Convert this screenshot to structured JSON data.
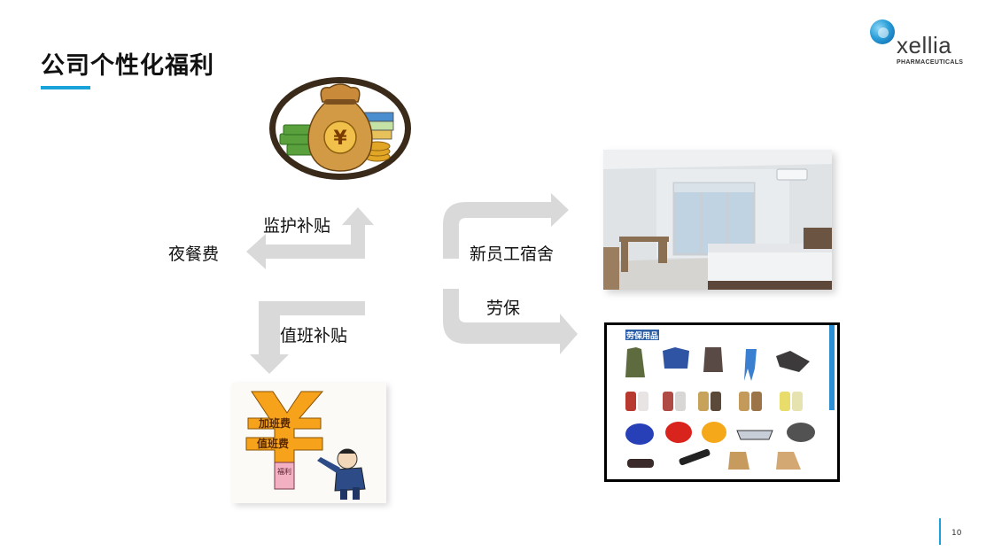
{
  "slide": {
    "title": "公司个性化福利",
    "page_number": "10"
  },
  "logo": {
    "wordmark": "xellia",
    "tagline": "PHARMACEUTICALS",
    "colors": {
      "blue": "#1aa3d9",
      "dark_blue": "#0b5ea8",
      "text": "#3a3a3a"
    }
  },
  "labels": {
    "protective_subsidy": "监护补贴",
    "night_meal": "夜餐费",
    "duty_subsidy": "值班补贴",
    "staff_dormitory": "新员工宿舍",
    "labor_protection": "劳保"
  },
  "images": {
    "money_bag": {
      "symbol": "¥"
    },
    "dormitory_room": {},
    "protective_gear": {
      "caption": "劳保用品"
    },
    "overtime_cartoon": {
      "symbol": "¥",
      "line1": "加班费",
      "line2": "值班费",
      "tag": "福利"
    }
  },
  "colors": {
    "accent": "#1aa3d9",
    "arrow_gray": "#d9d9d9",
    "cartoon_yellow": "#f6a21b"
  }
}
